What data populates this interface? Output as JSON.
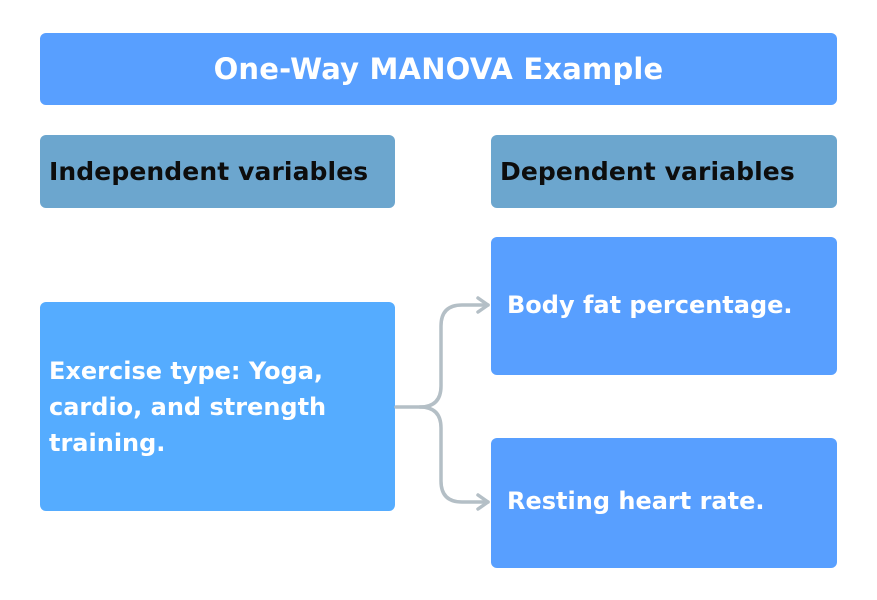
{
  "title": "One-Way MANOVA Example",
  "columns": {
    "independent": {
      "header": "Independent variables",
      "nodes": [
        {
          "label": "Exercise type: Yoga, cardio, and strength training."
        }
      ]
    },
    "dependent": {
      "header": "Dependent variables",
      "nodes": [
        {
          "label": "Body fat percentage."
        },
        {
          "label": "Resting heart rate."
        }
      ]
    }
  },
  "edges": [
    {
      "from": "Exercise type: Yoga, cardio, and strength training.",
      "to": "Body fat percentage."
    },
    {
      "from": "Exercise type: Yoga, cardio, and strength training.",
      "to": "Resting heart rate."
    }
  ],
  "colors": {
    "title_bg": "#589FFF",
    "header_bg": "#6CA6CE",
    "iv_node_bg": "#55ACFF",
    "dv_node_bg": "#589FFF",
    "connector": "#B4BFC6",
    "header_text": "#0D0D0D",
    "node_text": "#FFFFFF"
  }
}
